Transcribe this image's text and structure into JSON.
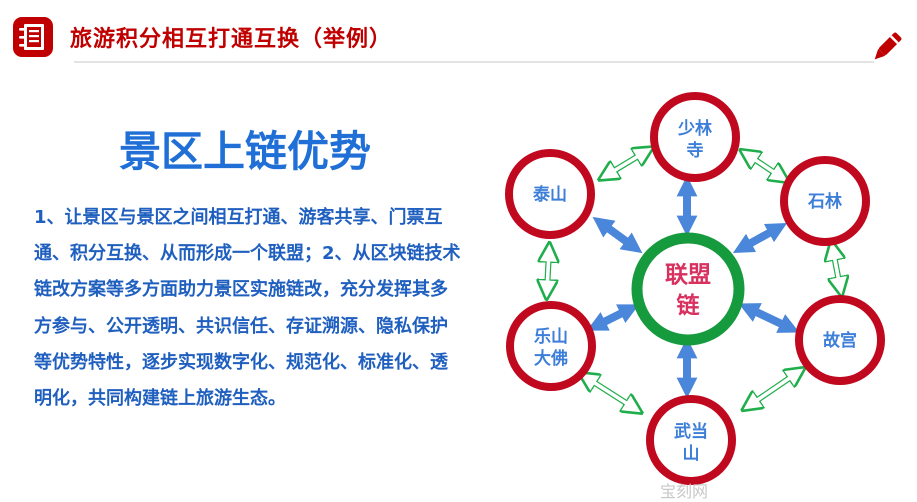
{
  "header": {
    "title": "旅游积分相互打通互换（举例）"
  },
  "main": {
    "heading": "景区上链优势",
    "body": "1、让景区与景区之间相互打通、游客共享、门票互通、积分互换、从而形成一个联盟；2、从区块链技术链改方案等多方面助力景区实施链改，充分发挥其多方参与、公开透明、共识信任、存证溯源、隐私保护等优势特性，逐步实现数字化、规范化、标准化、透明化，共同构建链上旅游生态。"
  },
  "diagram": {
    "center": {
      "line1": "联盟",
      "line2": "链"
    },
    "nodes": {
      "shaolin": {
        "line1": "少林",
        "line2": "寺"
      },
      "shilin": {
        "line1": "石林"
      },
      "gugong": {
        "line1": "故宫"
      },
      "wudang": {
        "line1": "武当",
        "line2": "山"
      },
      "leshan": {
        "line1": "乐山",
        "line2": "大佛"
      },
      "taishan": {
        "line1": "泰山"
      }
    },
    "colors": {
      "ring": "#c0081e",
      "center_ring": "#169a3e",
      "node_text": "#3d7fd8",
      "center_text": "#d8305f",
      "arrow_blue": "#4a86d9",
      "arrow_green": "#1fae4b"
    }
  },
  "footer": {
    "watermark": "宝刻网"
  }
}
